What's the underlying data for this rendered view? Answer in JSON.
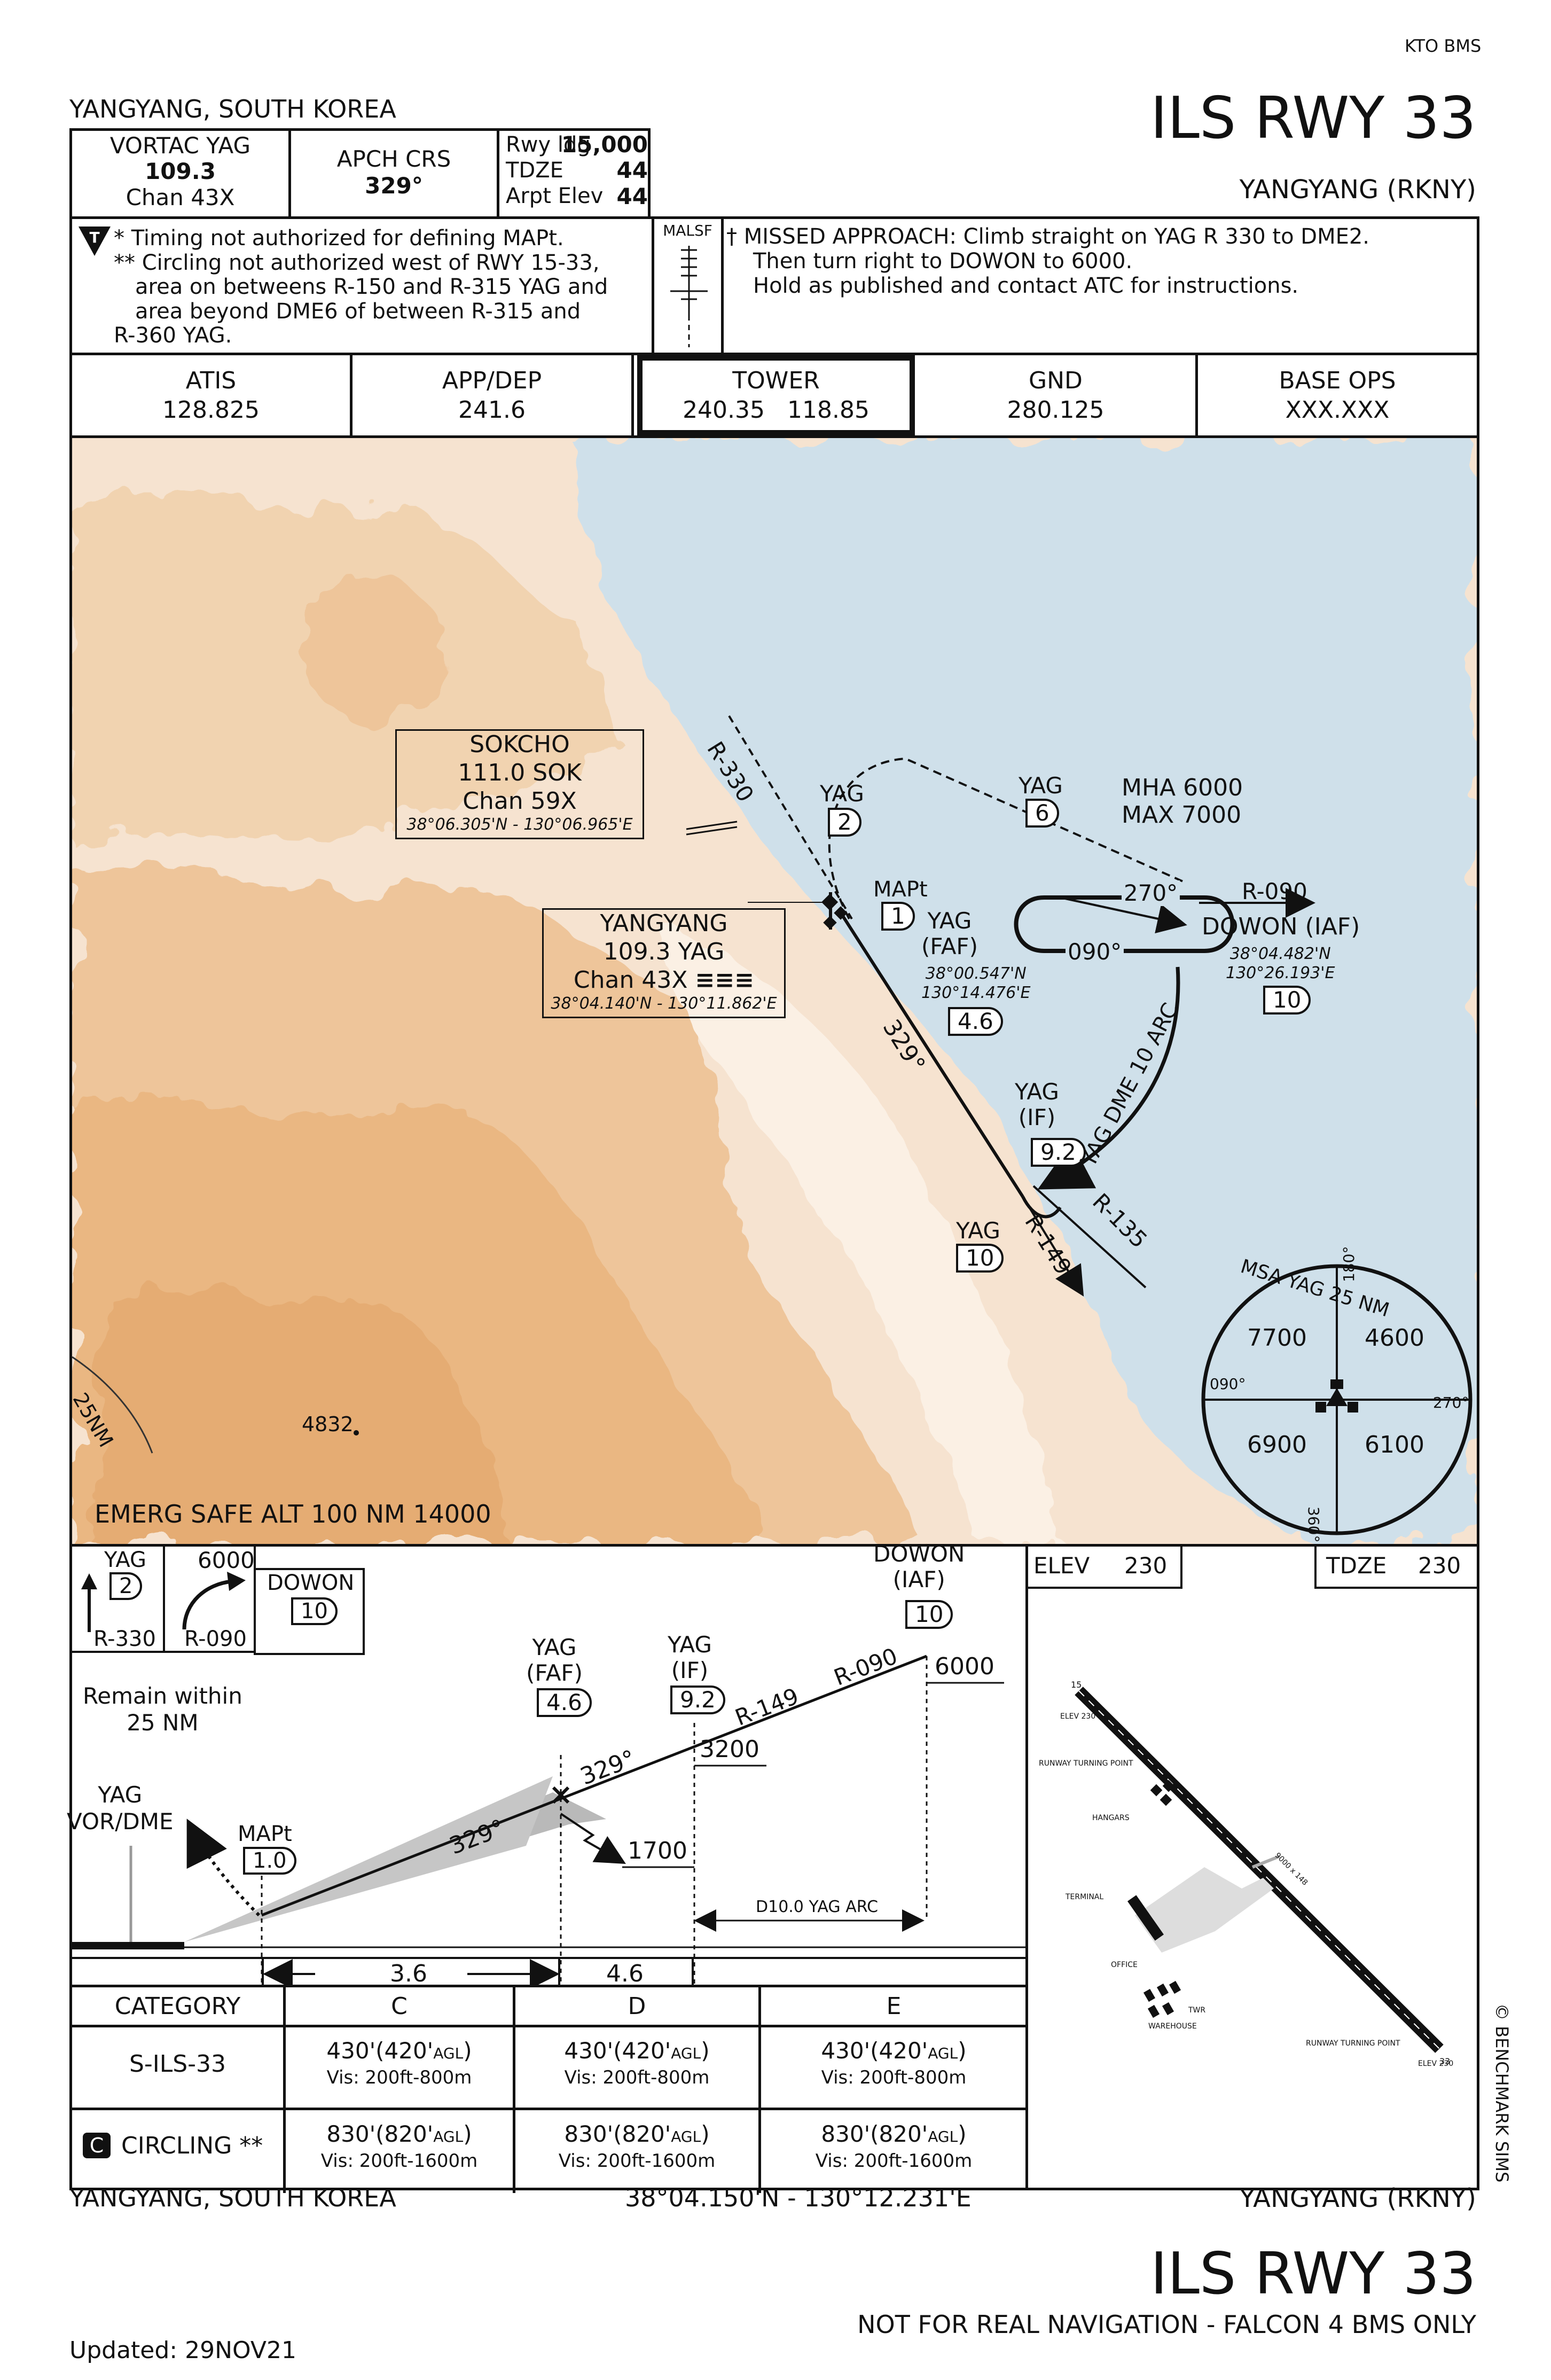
{
  "header": {
    "kto": "KTO BMS",
    "location": "YANGYANG, SOUTH KOREA",
    "proc_title": "ILS RWY 33",
    "airport": "YANGYANG (RKNY)"
  },
  "briefing": {
    "vortac_label": "VORTAC YAG",
    "vortac_freq": "109.3",
    "vortac_chan": "Chan 43X",
    "apch_label": "APCH CRS",
    "apch_val": "329°",
    "rwy_ldg_label": "Rwy ldg",
    "rwy_ldg_val": "15,000",
    "tdze_label": "TDZE",
    "tdze_val": "44",
    "elev_label": "Arpt Elev",
    "elev_val": "44",
    "notes_line1": "* Timing not authorized for defining MAPt.",
    "notes_line2": "** Circling not authorized west of RWY 15-33,",
    "notes_line3": "area on betweens R-150 and R-315 YAG and",
    "notes_line4": "area beyond DME6 of between R-315 and",
    "notes_line5": "R-360 YAG.",
    "malsf": "MALSF",
    "missed_line1": "† MISSED APPROACH: Climb straight on YAG R 330 to DME2.",
    "missed_line2": "Then turn right to DOWON to 6000.",
    "missed_line3": "Hold as published and contact ATC for instructions."
  },
  "comms": [
    {
      "label": "ATIS",
      "freq": "128.825"
    },
    {
      "label": "APP/DEP",
      "freq": "241.6"
    },
    {
      "label": "TOWER",
      "freq": "240.35   118.85"
    },
    {
      "label": "GND",
      "freq": "280.125"
    },
    {
      "label": "BASE OPS",
      "freq": "XXX.XXX"
    }
  ],
  "plan": {
    "sokcho_name": "SOKCHO",
    "sokcho_freq": "111.0  SOK",
    "sokcho_chan": "Chan 59X",
    "sokcho_coord": "38°06.305'N - 130°06.965'E",
    "yag_name": "YANGYANG",
    "yag_freq": "109.3  YAG",
    "yag_chan": "Chan 43X",
    "yag_coord": "38°04.140'N - 130°11.862'E",
    "r330": "R-330",
    "yag": "YAG",
    "dme2": "2",
    "mapt": "MAPt",
    "dme1": "1",
    "faf": "(FAF)",
    "faf_coord1": "38°00.547'N",
    "faf_coord2": "130°14.476'E",
    "dme46": "4.6",
    "crs329": "329°",
    "if": "(IF)",
    "dme92": "9.2",
    "dme10": "10",
    "r149": "R-149",
    "r135": "R-135",
    "arc": "YAG DME 10 ARC",
    "dme6": "6",
    "mha": "MHA 6000",
    "max": "MAX 7000",
    "hold270": "270°",
    "hold090": "090°",
    "r090": "R-090",
    "dowon": "DOWON (IAF)",
    "dowon_c1": "38°04.482'N",
    "dowon_c2": "130°26.193'E",
    "msa_title": "MSA YAG 25 NM",
    "msa_nw": "7700",
    "msa_ne": "4600",
    "msa_sw": "6900",
    "msa_se": "6100",
    "msa_180": "180°",
    "msa_090": "090°",
    "msa_270": "270°",
    "msa_360": "360°",
    "ring": "25NM",
    "spot": "4832",
    "emerg": "EMERG SAFE ALT 100 NM 14000"
  },
  "profile": {
    "icon_yag": "YAG",
    "icon_2": "2",
    "icon_6000": "6000",
    "icon_dowon": "DOWON",
    "icon_10": "10",
    "icon_r330": "R-330",
    "icon_r090": "R-090",
    "remain1": "Remain within",
    "remain2": "25 NM",
    "vor1": "YAG",
    "vor2": "VOR/DME",
    "mapt": "MAPt",
    "mapt_val": "1.0",
    "faf1": "YAG",
    "faf2": "(FAF)",
    "faf_val": "4.6",
    "if1": "YAG",
    "if2": "(IF)",
    "if_val": "9.2",
    "iaf1": "DOWON",
    "iaf2": "(IAF)",
    "iaf_val": "10",
    "alt6000": "6000",
    "alt3200": "3200",
    "alt1700": "1700",
    "crs1": "329°",
    "crs2": "329°",
    "r149": "R-149",
    "r090": "R-090",
    "arc": "D10.0 YAG ARC",
    "d36": "3.6",
    "d46": "4.6"
  },
  "minima": {
    "category": "CATEGORY",
    "cats": [
      "C",
      "D",
      "E"
    ],
    "rows": [
      {
        "name": "S-ILS-33",
        "vals": [
          "430'(420'",
          "430'(420'",
          "430'(420'"
        ],
        "vis": [
          "Vis: 200ft-800m",
          "Vis: 200ft-800m",
          "Vis: 200ft-800m"
        ]
      },
      {
        "name": "CIRCLING **",
        "vals": [
          "830'(820'",
          "830'(820'",
          "830'(820'"
        ],
        "vis": [
          "Vis: 200ft-1600m",
          "Vis: 200ft-1600m",
          "Vis: 200ft-1600m"
        ]
      }
    ],
    "agl": "AGL",
    "close": ")",
    "circ_badge": "C"
  },
  "airport_diagram": {
    "elev_label": "ELEV",
    "elev_val": "230",
    "tdze_label": "TDZE",
    "tdze_val": "230",
    "rwy15": "15",
    "rwy33": "33",
    "elev_small_top": "ELEV 230",
    "turning_top": "RUNWAY TURNING POINT",
    "turning_bot": "RUNWAY TURNING POINT",
    "hangars": "HANGARS",
    "terminal": "TERMINAL",
    "office": "OFFICE",
    "twr": "TWR",
    "warehouse": "WAREHOUSE",
    "rwy_dim": "9000 x 148",
    "elev_small_bot": "ELEV 230"
  },
  "footer": {
    "loc": "YANGYANG, SOUTH KOREA",
    "coord": "38°04.150'N - 130°12.231'E",
    "airport": "YANGYANG (RKNY)",
    "proc": "ILS RWY 33",
    "disclaimer": "NOT FOR REAL NAVIGATION - FALCON 4 BMS ONLY",
    "updated": "Updated: 29NOV21",
    "copyright": "© BENCHMARK SIMS"
  },
  "colors": {
    "water": "#cfe0ea",
    "terrain_light": "#f5e2cf",
    "terrain_mid": "#f0cfa6",
    "terrain_dark": "#e9b986"
  }
}
